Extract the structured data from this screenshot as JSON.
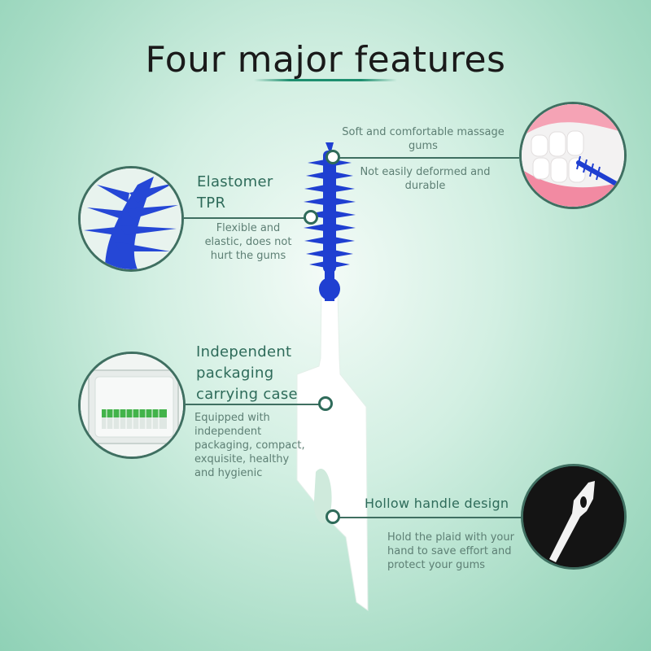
{
  "title": "Four major features",
  "features": {
    "massage": {
      "line1": "Soft and comfortable massage gums",
      "line2": "Not easily deformed and durable"
    },
    "elastomer": {
      "heading": "Elastomer TPR",
      "desc": "Flexible and elastic, does not hurt the gums"
    },
    "packaging": {
      "heading": "Independent packaging carrying case",
      "desc": "Equipped with independent packaging, compact, exquisite, healthy and hygienic"
    },
    "handle": {
      "heading": "Hollow handle design",
      "desc": "Hold the plaid with your hand to save effort and protect your gums"
    }
  },
  "colors": {
    "accent": "#2e6b5a",
    "brush_blue": "#1f3fd1",
    "background": "#a7dcc5"
  },
  "icons": {
    "elastomer": "bristle-closeup-image",
    "massage": "teeth-brush-image",
    "packaging": "case-image",
    "handle": "handle-image"
  }
}
